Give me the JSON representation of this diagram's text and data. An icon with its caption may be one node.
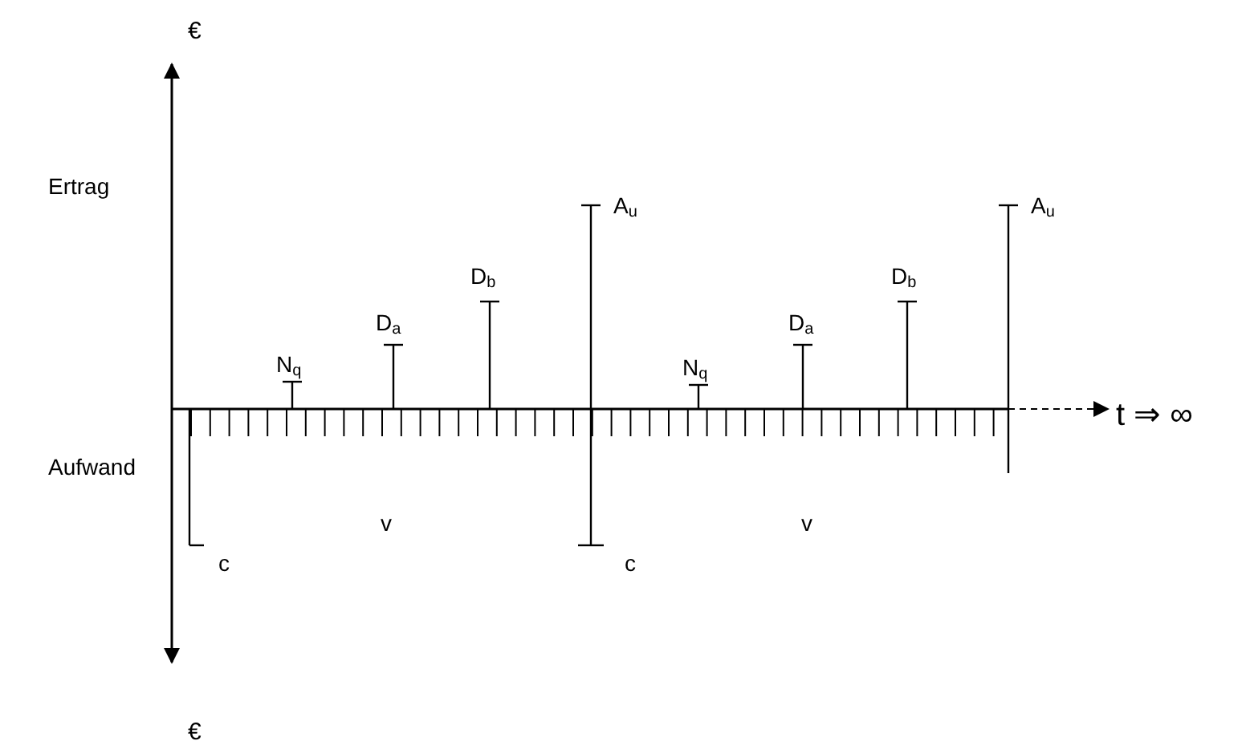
{
  "diagram": {
    "labels": [
      "€",
      "Ertrag",
      "A$_{u}$",
      "A$_{u}$",
      "D$_{b}$",
      "D$_{b}$",
      "D$_{a}$",
      "D$_{a}$",
      "N$_{q}$",
      "N$_{q}$",
      "t ⇒ ∞",
      "Aufwand",
      "v",
      "v",
      "c",
      "c",
      "€"
    ]
  }
}
